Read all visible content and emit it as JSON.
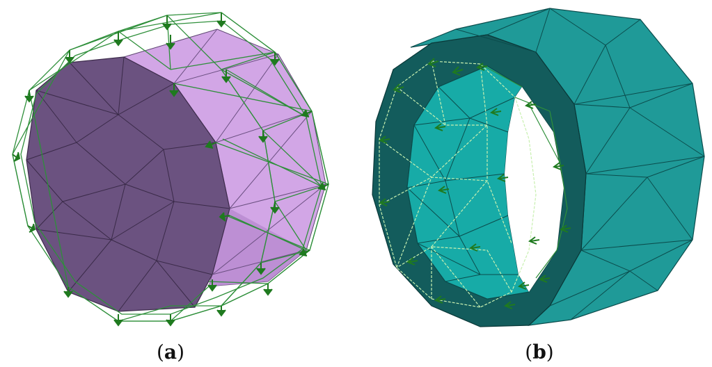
{
  "panels": [
    {
      "id": "a",
      "label_open": "(",
      "label_letter": "a",
      "label_close": ")"
    },
    {
      "id": "b",
      "label_open": "(",
      "label_letter": "b",
      "label_close": ")"
    }
  ],
  "colors": {
    "solid_front": "#6b5280",
    "solid_side": "#d2a6e6",
    "solid_side_dark": "#b889cf",
    "wire": "#2e8f3a",
    "arrow": "#1f7a1f",
    "ring_face": "#135c5c",
    "ring_outer": "#1f9a98",
    "ring_inner": "#17aba7",
    "mesh_line": "#0b3b3b",
    "wire_light": "#c8f0b0"
  }
}
